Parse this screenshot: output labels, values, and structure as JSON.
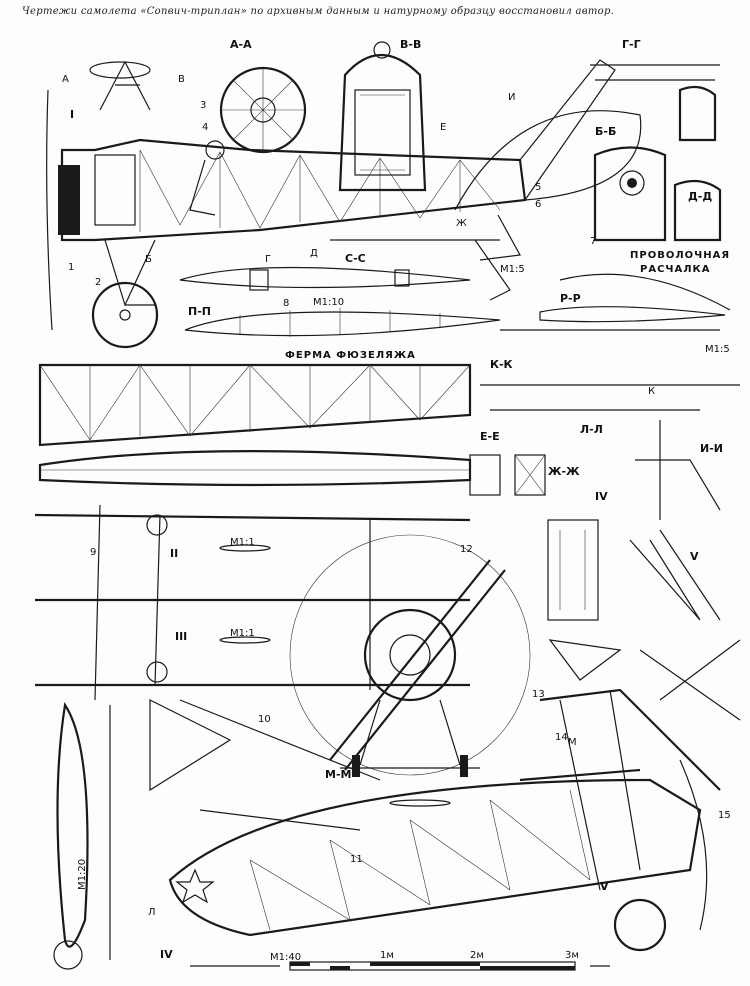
{
  "caption": "Чертежи самолета «Сопвич-триплан» по архивным данным и натурному образцу восстановил автор.",
  "sections": {
    "aa": "А-А",
    "vv": "В-В",
    "gg": "Г-Г",
    "bb": "Б-Б",
    "dd": "Д-Д",
    "ss": "С-С",
    "pp": "П-П",
    "rr": "Р-Р",
    "kk": "К-К",
    "ll": "Л-Л",
    "ee": "Е-Е",
    "zhzh": "Ж-Ж",
    "ii": "И-И",
    "mm": "М-М"
  },
  "section_marks": {
    "a": "А",
    "v": "В",
    "b": "Б",
    "g": "Г",
    "d": "Д",
    "e": "Е",
    "zh": "Ж",
    "i": "И",
    "k": "К",
    "l": "Л",
    "m": "М"
  },
  "titles": {
    "truss": "ФЕРМА ФЮЗЕЛЯЖА",
    "wire_1": "ПРОВОЛОЧНАЯ",
    "wire_2": "РАСЧАЛКА"
  },
  "scales": {
    "m10": "М1:10",
    "m5a": "М1:5",
    "m5b": "М1:5",
    "m1a": "М1:1",
    "m1b": "М1:1",
    "m20": "М1:20",
    "m40": "М1:40"
  },
  "scale_bar": {
    "m1": "1м",
    "m2": "2м",
    "m3": "3м"
  },
  "roman": {
    "i": "I",
    "ii": "II",
    "iii": "III",
    "iv": "IV",
    "v": "V"
  },
  "numbers": [
    "1",
    "2",
    "3",
    "4",
    "5",
    "6",
    "7",
    "8",
    "9",
    "10",
    "11",
    "12",
    "13",
    "14",
    "15"
  ]
}
